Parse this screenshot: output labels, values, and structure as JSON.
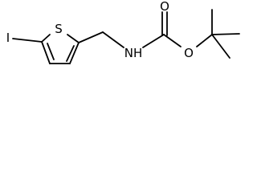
{
  "molecule": {
    "atoms": {
      "iodine": "I",
      "sulfur": "S",
      "nitrogen_h": "NH",
      "carbonyl_oxygen": "O",
      "ester_oxygen": "O"
    }
  }
}
